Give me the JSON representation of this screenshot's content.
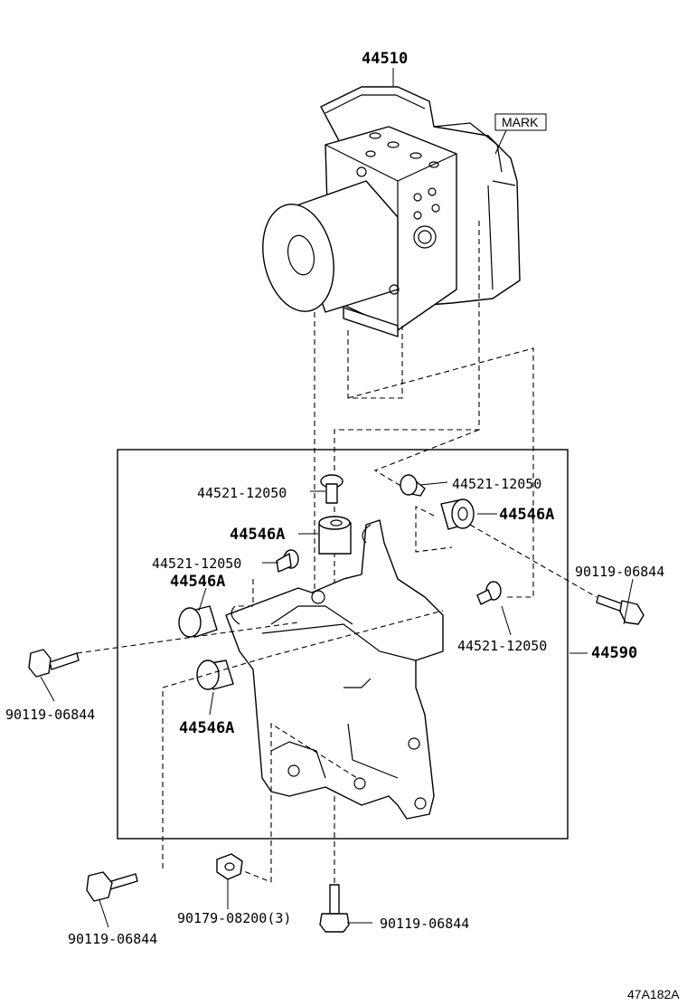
{
  "title": "",
  "labels": {
    "abs_actuator": "44510",
    "mark": "MARK",
    "bracket_assy": "44590",
    "grommet_collar_top_center": "44521-12050",
    "grommet_collar_top_right": "44521-12050",
    "grommet_collar_mid_left": "44521-12050",
    "grommet_collar_mid_right": "44521-12050",
    "cushion_center": "44546A",
    "cushion_right": "44546A",
    "cushion_left_upper": "44546A",
    "cushion_left_lower": "44546A",
    "bolt_right": "90119-06844",
    "bolt_left_mid": "90119-06844",
    "bolt_left_bottom": "90119-06844",
    "bolt_bottom_center": "90119-06844",
    "nut_bottom": "90179-08200(3)",
    "figure_code": "47A182A"
  }
}
